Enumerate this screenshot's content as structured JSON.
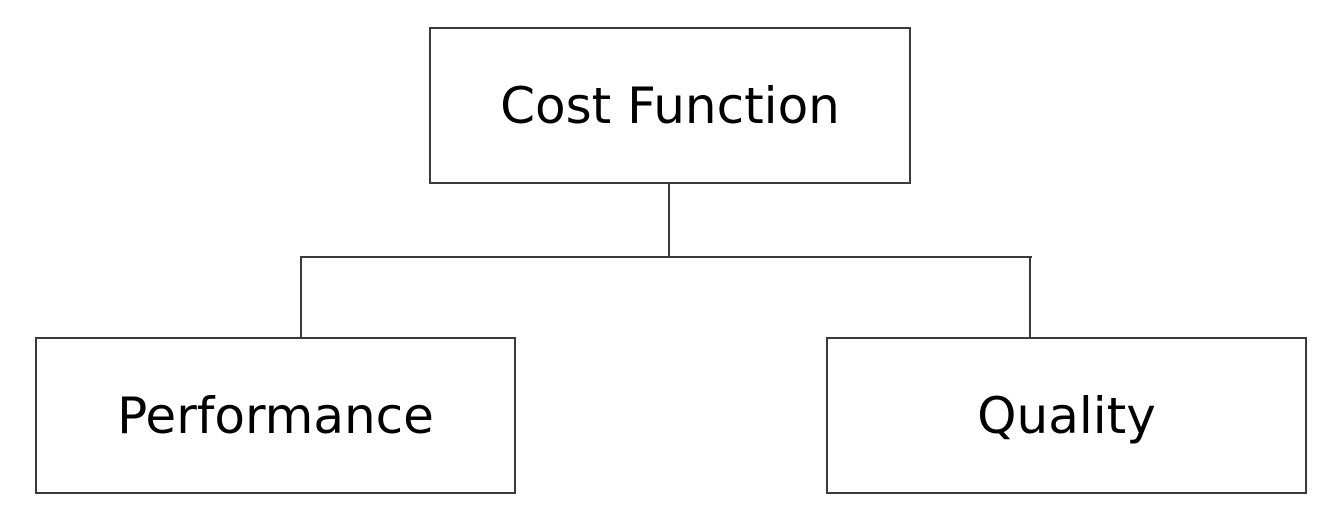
{
  "diagram": {
    "type": "hierarchy",
    "root": {
      "label": "Cost Function"
    },
    "children": [
      {
        "label": "Performance"
      },
      {
        "label": "Quality"
      }
    ],
    "colors": {
      "border": "#3a3a3a",
      "text": "#000000",
      "background": "#ffffff"
    }
  }
}
